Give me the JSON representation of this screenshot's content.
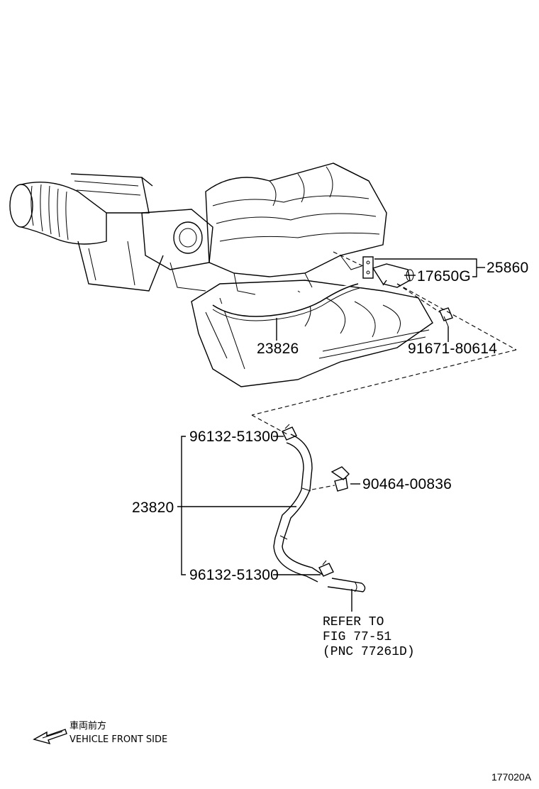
{
  "parts": {
    "p25860": "25860",
    "p17650G": "17650G",
    "p91671": "91671-80614",
    "p23826": "23826",
    "p96132_top": "96132-51300",
    "p90464": "90464-00836",
    "p23820": "23820",
    "p96132_bottom": "96132-51300"
  },
  "refer": {
    "line1": "REFER TO",
    "line2": "FIG 77-51",
    "line3": "(PNC 77261D)"
  },
  "legend": {
    "jp": "車両前方",
    "en": "VEHICLE FRONT SIDE"
  },
  "illustration_id": "177020A"
}
